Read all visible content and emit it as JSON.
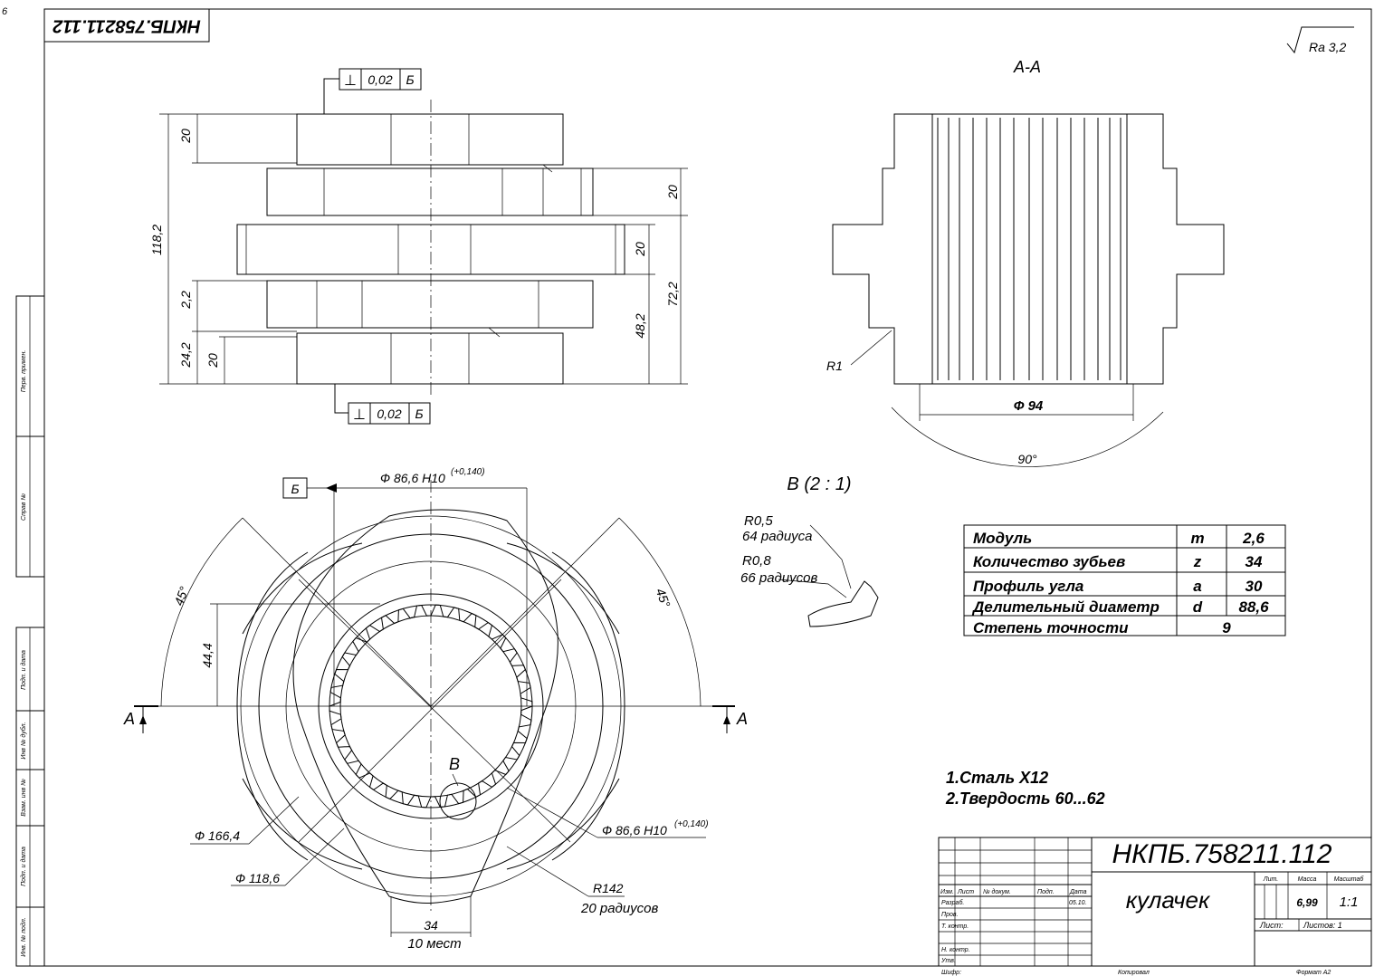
{
  "sheet": {
    "corner_mark": "6",
    "drawing_number_top": "НКПБ.758211.112",
    "roughness": "Ra 3,2"
  },
  "side_view": {
    "tolerance_top": {
      "symbol": "⊥",
      "value": "0,02",
      "datum": "Б"
    },
    "tolerance_bottom": {
      "symbol": "⊥",
      "value": "0,02",
      "datum": "Б"
    },
    "dims": {
      "d118_2": "118,2",
      "d20_top": "20",
      "d20_right_top": "20",
      "d20_right_mid": "20",
      "d72_2": "72,2",
      "d48_2": "48,2",
      "d2_2": "2,2",
      "d24_2": "24,2",
      "d20_bottom": "20"
    }
  },
  "section": {
    "title": "А-А",
    "r1": "R1",
    "dia94": "Ф 94",
    "angle90": "90°"
  },
  "front_view": {
    "datum_b": "Б",
    "dia_top": "Ф 86,6 Н10",
    "dia_top_tol": "(+0,140)",
    "angle_left": "45°",
    "angle_right": "45°",
    "dim44_4": "44,4",
    "section_mark_left": "А",
    "section_mark_right": "А",
    "detail_mark": "В",
    "dia166_4": "Ф 166,4",
    "dia118_6": "Ф 118,6",
    "dia86_6_b": "Ф 86,6 Н10",
    "dia86_6_b_tol": "(+0,140)",
    "r142": "R142",
    "r142_note": "20 радиусов",
    "dim34": "34",
    "dim34_note": "10 мест"
  },
  "detail_view": {
    "title": "В (2 : 1)",
    "r05": "R0,5",
    "r05_note": "64 радиуса",
    "r08": "R0,8",
    "r08_note": "66 радиусов"
  },
  "gear_table": {
    "rows": [
      {
        "name": "Модуль",
        "sym": "m",
        "val": "2,6"
      },
      {
        "name": "Количество зубьев",
        "sym": "z",
        "val": "34"
      },
      {
        "name": "Профиль угла",
        "sym": "a",
        "val": "30"
      },
      {
        "name": "Делительный диаметр",
        "sym": "d",
        "val": "88,6"
      },
      {
        "name": "Степень точности",
        "sym": "",
        "val": "9"
      }
    ]
  },
  "notes": {
    "line1": "1.Сталь Х12",
    "line2": "2.Твердость 60...62"
  },
  "left_strip": {
    "perv": "Перв. примен.",
    "sprav": "Справ №",
    "podp1": "Подп. и дата",
    "inv_dubl": "Инв № дубл.",
    "vzam": "Взам. инв №",
    "podp2": "Подп. и дата",
    "inv_podl": "Инв. № подл."
  },
  "title_block": {
    "number": "НКПБ.758211.112",
    "name": "кулачек",
    "lit": "Лит.",
    "massa": "Масса",
    "masshtab": "Масштаб",
    "mass_val": "6,99",
    "scale_val": "1:1",
    "list": "Лист:",
    "listov": "Листов: 1",
    "izm": "Изм.",
    "list_col": "Лист",
    "n_dokum": "№ докум.",
    "podp": "Подп.",
    "data": "Дата",
    "razrab": "Разраб.",
    "razrab_date": "05.10.",
    "prov": "Пров.",
    "tkontr": "Т. контр.",
    "nkontr": "Н. контр.",
    "utv": "Утв.",
    "shifr": "Шифр:",
    "kopiroval": "Копировал",
    "format": "Формат А2"
  }
}
